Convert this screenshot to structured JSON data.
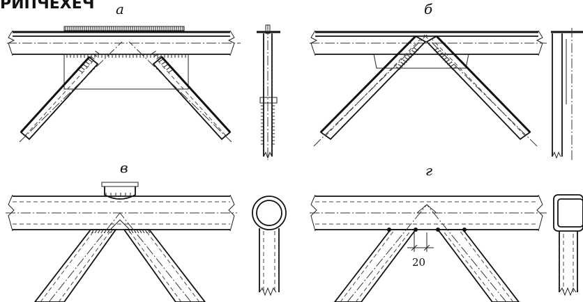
{
  "header": {
    "partial_text": "РИПЧЕХЕЧ"
  },
  "panels": {
    "a": {
      "label": "а"
    },
    "b": {
      "label": "б"
    },
    "v": {
      "label": "в"
    },
    "g": {
      "label": "г",
      "dimension": "20"
    }
  }
}
